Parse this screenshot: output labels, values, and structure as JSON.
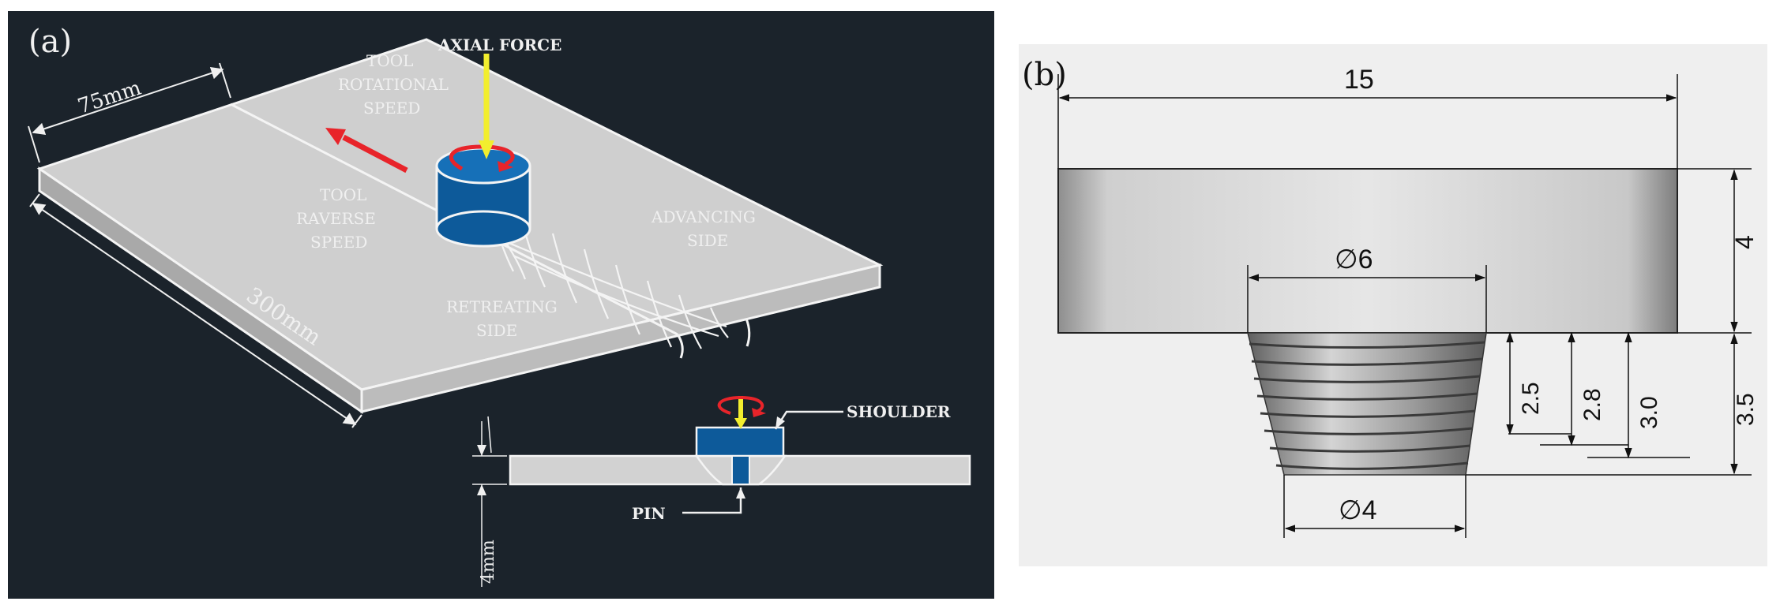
{
  "panel_a": {
    "label": "(a)",
    "axial_force": "AXIAL FORCE",
    "tool_rotational_speed": [
      "TOOL",
      "ROTATIONAL",
      "SPEED"
    ],
    "tool_traverse_speed": [
      "TOOL",
      "RAVERSE",
      "SPEED"
    ],
    "advancing_side": [
      "ADVANCING",
      "SIDE"
    ],
    "retreating_side": [
      "RETREATING",
      "SIDE"
    ],
    "width_dim": "75mm",
    "length_dim": "300mm",
    "thickness_dim": "4mm",
    "shoulder": "SHOULDER",
    "pin": "PIN",
    "colors": {
      "background": "#1b232b",
      "plate": "#d2d2d2",
      "tool": "#0d5a9a",
      "arrow_red": "#e8242a",
      "arrow_yellow": "#f2ee2e"
    }
  },
  "panel_b": {
    "label": "(b)",
    "shoulder_diameter": "15",
    "shoulder_height": "4",
    "pin_root_diameter": "∅6",
    "pin_tip_diameter": "∅4",
    "pin_length_1": "2.5",
    "pin_length_2": "2.8",
    "pin_length_3": "3.0",
    "total_pin": "3.5"
  }
}
